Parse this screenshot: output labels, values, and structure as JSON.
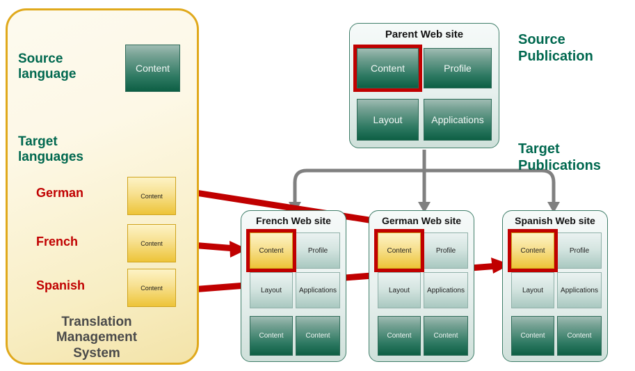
{
  "left_panel": {
    "source_language_label": "Source\nlanguage",
    "target_languages_label": "Target\nlanguages",
    "languages": [
      {
        "name": "German",
        "box_label": "Content"
      },
      {
        "name": "French",
        "box_label": "Content"
      },
      {
        "name": "Spanish",
        "box_label": "Content"
      }
    ],
    "source_box_label": "Content",
    "system_title": "Translation\nManagement\nSystem",
    "border_color": "#e0a91c",
    "accent_language_color": "#c00000",
    "heading_color": "#00684f",
    "system_title_color": "#4a4a4a"
  },
  "right_labels": {
    "source_publication": "Source\nPublication",
    "target_publications": "Target\nPublications"
  },
  "parent": {
    "title": "Parent Web site",
    "tiles": [
      {
        "label": "Content",
        "highlighted": true
      },
      {
        "label": "Profile",
        "highlighted": false
      },
      {
        "label": "Layout",
        "highlighted": false
      },
      {
        "label": "Applications",
        "highlighted": false
      }
    ]
  },
  "targets": [
    {
      "title": "French Web site",
      "row1": [
        {
          "label": "Content",
          "style": "yellow",
          "highlighted": true
        },
        {
          "label": "Profile",
          "style": "pale"
        }
      ],
      "row2": [
        {
          "label": "Layout",
          "style": "pale"
        },
        {
          "label": "Applications",
          "style": "pale"
        }
      ],
      "row3": [
        {
          "label": "Content",
          "style": "green"
        },
        {
          "label": "Content",
          "style": "green"
        }
      ]
    },
    {
      "title": "German Web site",
      "row1": [
        {
          "label": "Content",
          "style": "yellow",
          "highlighted": true
        },
        {
          "label": "Profile",
          "style": "pale"
        }
      ],
      "row2": [
        {
          "label": "Layout",
          "style": "pale"
        },
        {
          "label": "Applications",
          "style": "pale"
        }
      ],
      "row3": [
        {
          "label": "Content",
          "style": "green"
        },
        {
          "label": "Content",
          "style": "green"
        }
      ]
    },
    {
      "title": "Spanish Web site",
      "row1": [
        {
          "label": "Content",
          "style": "yellow",
          "highlighted": true
        },
        {
          "label": "Profile",
          "style": "pale"
        }
      ],
      "row2": [
        {
          "label": "Layout",
          "style": "pale"
        },
        {
          "label": "Applications",
          "style": "pale"
        }
      ],
      "row3": [
        {
          "label": "Content",
          "style": "green"
        },
        {
          "label": "Content",
          "style": "green"
        }
      ]
    }
  ],
  "colors": {
    "red_arrow": "#c00000",
    "gray_connector": "#808080",
    "green_dark": "#0d5f44",
    "yellow_gold": "#edc438"
  }
}
